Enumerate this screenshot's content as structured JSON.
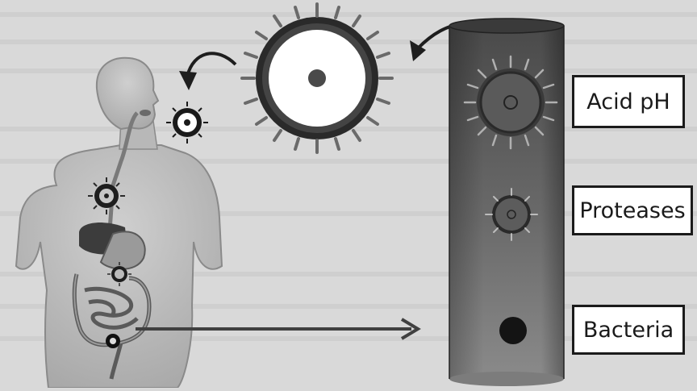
{
  "labels": {
    "acid": "Acid pH",
    "proteases": "Proteases",
    "bacteria": "Bacteria"
  }
}
